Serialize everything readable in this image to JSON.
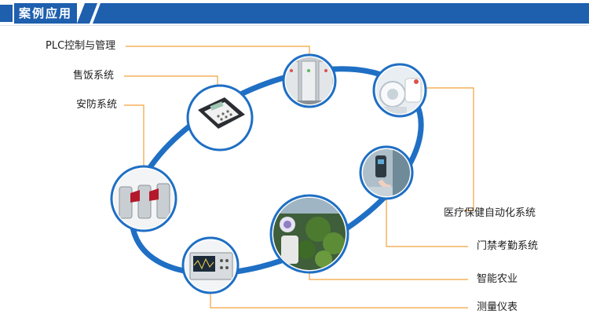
{
  "header": {
    "title": "案例应用"
  },
  "colors": {
    "brand_blue": "#1e5fae",
    "ring_blue": "#1f6fc4",
    "leader_orange": "#f4a23c",
    "bg": "#ffffff"
  },
  "nodes": [
    {
      "id": "plc",
      "label": "PLC控制与管理",
      "image": "electrical-cabinet-photo"
    },
    {
      "id": "meal",
      "label": "售饭系统",
      "image": "card-terminal-photo"
    },
    {
      "id": "security",
      "label": "安防系统",
      "image": "turnstile-gates-photo"
    },
    {
      "id": "medical",
      "label": "医疗保健自动化系统",
      "image": "medical-equipment-photo"
    },
    {
      "id": "access",
      "label": "门禁考勤系统",
      "image": "access-reader-photo"
    },
    {
      "id": "agri",
      "label": "智能农业",
      "image": "greenhouse-photo"
    },
    {
      "id": "meter",
      "label": "测量仪表",
      "image": "oscilloscope-photo"
    }
  ]
}
